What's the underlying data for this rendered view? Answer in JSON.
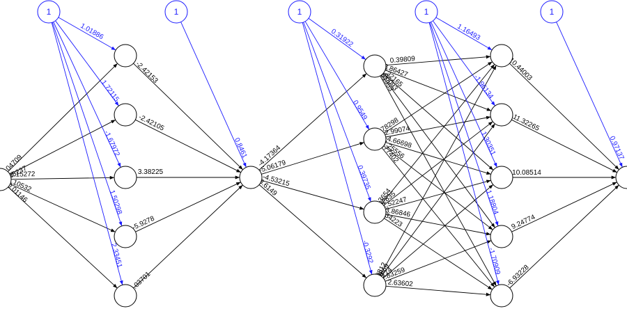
{
  "colors": {
    "weight": "#000000",
    "bias": "#1a1aff"
  },
  "bias_label": "1",
  "edges": [
    {
      "id": "e-in-h1-1",
      "label": "-1.04709",
      "color": "black"
    },
    {
      "id": "e-in-h1-2",
      "label": "-1.28237",
      "color": "black"
    },
    {
      "id": "e-in-h1-3",
      "label": "1.15272",
      "color": "black"
    },
    {
      "id": "e-in-h1-4",
      "label": "-1.10532",
      "color": "black"
    },
    {
      "id": "e-in-h1-5",
      "label": "-0.01146",
      "color": "black"
    },
    {
      "id": "e-b1-h1-1",
      "label": "1.01886",
      "color": "blue"
    },
    {
      "id": "e-b1-h1-2",
      "label": "1.72115",
      "color": "blue"
    },
    {
      "id": "e-b1-h1-3",
      "label": "-1.67972",
      "color": "blue"
    },
    {
      "id": "e-b1-h1-4",
      "label": "1.50298",
      "color": "blue"
    },
    {
      "id": "e-b1-h1-5",
      "label": "2.33451",
      "color": "blue"
    },
    {
      "id": "e-h1-1-m",
      "label": "-2.42153",
      "color": "black"
    },
    {
      "id": "e-h1-2-m",
      "label": "-2.42105",
      "color": "black"
    },
    {
      "id": "e-h1-3-m",
      "label": "3.38225",
      "color": "black"
    },
    {
      "id": "e-h1-4-m",
      "label": "-5.9278",
      "color": "black"
    },
    {
      "id": "e-h1-5-m",
      "label": "-0.03701",
      "color": "black"
    },
    {
      "id": "e-b2-m",
      "label": "0.8461",
      "color": "blue"
    },
    {
      "id": "e-m-h2-1",
      "label": "-4.17364",
      "color": "black"
    },
    {
      "id": "e-m-h2-2",
      "label": "-5.06179",
      "color": "black"
    },
    {
      "id": "e-m-h2-3",
      "label": "-4.53215",
      "color": "black"
    },
    {
      "id": "e-m-h2-4",
      "label": "-3.6149",
      "color": "black"
    },
    {
      "id": "e-b3-h2-1",
      "label": "0.31922",
      "color": "blue"
    },
    {
      "id": "e-b3-h2-2",
      "label": "0.9549",
      "color": "blue"
    },
    {
      "id": "e-b3-h2-3",
      "label": "0.39735",
      "color": "blue"
    },
    {
      "id": "e-b3-h2-4",
      "label": "-0.3292",
      "color": "blue"
    },
    {
      "id": "e-h2-1-h3-1",
      "label": "0.39809",
      "color": "black"
    },
    {
      "id": "e-h2-1-h3-2",
      "label": "3.86427",
      "color": "black"
    },
    {
      "id": "e-h2-1-h3-3",
      "label": "-2.32165",
      "color": "black"
    },
    {
      "id": "e-h2-1-h3-4",
      "label": "-1.96093",
      "color": "black"
    },
    {
      "id": "e-h2-1-h3-5",
      "label": "1.81353",
      "color": "black"
    },
    {
      "id": "e-h2-2-h3-1",
      "label": "-1.78298",
      "color": "black"
    },
    {
      "id": "e-h2-2-h3-2",
      "label": "2.99074",
      "color": "black"
    },
    {
      "id": "e-h2-2-h3-3",
      "label": "-4.66698",
      "color": "black"
    },
    {
      "id": "e-h2-2-h3-4",
      "label": "-1.25556",
      "color": "black"
    },
    {
      "id": "e-h2-2-h3-5",
      "label": "1.77402",
      "color": "black"
    },
    {
      "id": "e-h2-3-h3-1",
      "label": "-3.13654",
      "color": "black"
    },
    {
      "id": "e-h2-3-h3-2",
      "label": "-2.62835",
      "color": "black"
    },
    {
      "id": "e-h2-3-h3-3",
      "label": "-2.52247",
      "color": "black"
    },
    {
      "id": "e-h2-3-h3-4",
      "label": "-3.86846",
      "color": "black"
    },
    {
      "id": "e-h2-3-h3-5",
      "label": "4.34223",
      "color": "black"
    },
    {
      "id": "e-h2-4-h3-1",
      "label": "-3.09812",
      "color": "black"
    },
    {
      "id": "e-h2-4-h3-2",
      "label": "-2.89869",
      "color": "black"
    },
    {
      "id": "e-h2-4-h3-3",
      "label": "-2.1174",
      "color": "black"
    },
    {
      "id": "e-h2-4-h3-4",
      "label": "-2.83259",
      "color": "black"
    },
    {
      "id": "e-h2-4-h3-5",
      "label": "2.63602",
      "color": "black"
    },
    {
      "id": "e-b4-h3-1",
      "label": "1.16493",
      "color": "blue"
    },
    {
      "id": "e-b4-h3-2",
      "label": "-1.96134",
      "color": "blue"
    },
    {
      "id": "e-b4-h3-3",
      "label": "1.30351",
      "color": "blue"
    },
    {
      "id": "e-b4-h3-4",
      "label": "1.18804",
      "color": "blue"
    },
    {
      "id": "e-b4-h3-5",
      "label": "-1.70909",
      "color": "blue"
    },
    {
      "id": "e-h3-1-o",
      "label": "10.44003",
      "color": "black"
    },
    {
      "id": "e-h3-2-o",
      "label": "-11.32265",
      "color": "black"
    },
    {
      "id": "e-h3-3-o",
      "label": "10.08514",
      "color": "black"
    },
    {
      "id": "e-h3-4-o",
      "label": "9.24774",
      "color": "black"
    },
    {
      "id": "e-h3-5-o",
      "label": "-6.93228",
      "color": "black"
    },
    {
      "id": "e-b5-o",
      "label": "0.97137",
      "color": "blue"
    }
  ]
}
